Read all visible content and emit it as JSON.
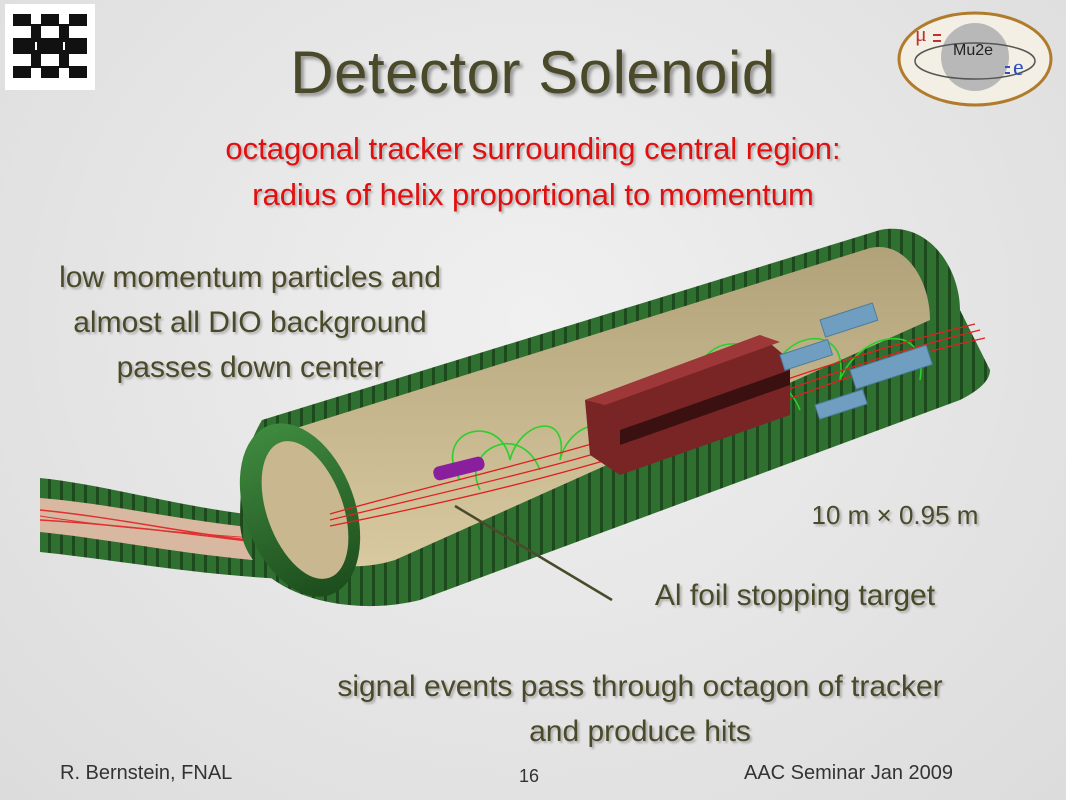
{
  "slide": {
    "title": "Detector Solenoid",
    "subtitle_line1": "octagonal tracker surrounding central region:",
    "subtitle_line2": "radius of helix proportional to momentum",
    "callout_left_line1": "low momentum particles and",
    "callout_left_line2": "almost all DIO background",
    "callout_left_line3": "passes down center",
    "dimensions": "10 m × 0.95 m",
    "target_label": "Al foil stopping target",
    "signal_line1": "signal events pass through octagon of tracker",
    "signal_line2": "and produce hits"
  },
  "logo": {
    "mu2e_text": "Mu2e",
    "mu_glyph": "μ",
    "e_glyph": "e"
  },
  "footer": {
    "author": "R. Bernstein, FNAL",
    "page": "16",
    "event": "AAC Seminar Jan 2009"
  },
  "colors": {
    "title": "#4a4a2a",
    "subtitle": "#e01010",
    "solenoid_green": "#2e6b2e",
    "tracker_red": "#8b2a2a",
    "calorimeter_blue": "#6f9ec0"
  }
}
